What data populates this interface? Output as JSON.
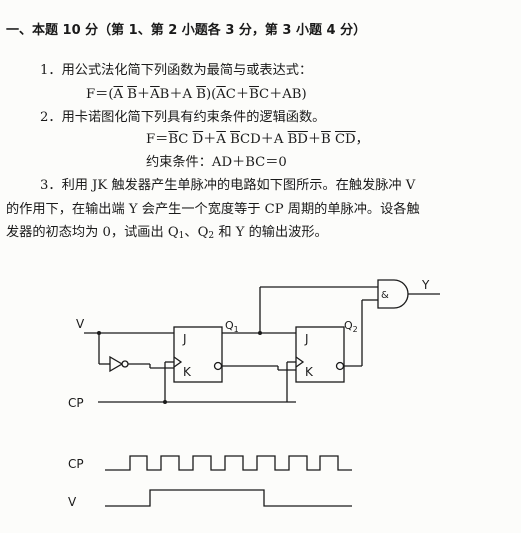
{
  "header": "一、本题 10 分（第 1、第 2 小题各 3 分，第 3 小题 4 分）",
  "q1": {
    "text": "1．用公式法化简下列函数为最简与或表达式：",
    "formula_lead": "F＝(",
    "formula_tail": ")"
  },
  "q2": {
    "text": "2．用卡诺图化简下列具有约束条件的逻辑函数。",
    "formula_lead": "F＝",
    "constraint": "约束条件：AD＋BC＝0"
  },
  "q3": {
    "line1": "3．利用 JK 触发器产生单脉冲的电路如下图所示。在触发脉冲 V",
    "line2": "的作用下，在输出端 Y 会产生一个宽度等于 CP 周期的单脉冲。设各触",
    "line3": "发器的初态均为 0，试画出 Q",
    "line3_sub1": "1",
    "line3_mid": "、Q",
    "line3_sub2": "2",
    "line3_end": " 和 Y 的输出波形。"
  },
  "circuit": {
    "input_v": "V",
    "input_cp": "CP",
    "output_y": "Y",
    "ff1_j": "J",
    "ff1_k": "K",
    "ff2_j": "J",
    "ff2_k": "K",
    "q1_label": "Q",
    "q1_sub": "1",
    "q2_label": "Q",
    "q2_sub": "2",
    "gate": "&"
  },
  "waveforms": {
    "cp_label": "CP",
    "v_label": "V"
  }
}
